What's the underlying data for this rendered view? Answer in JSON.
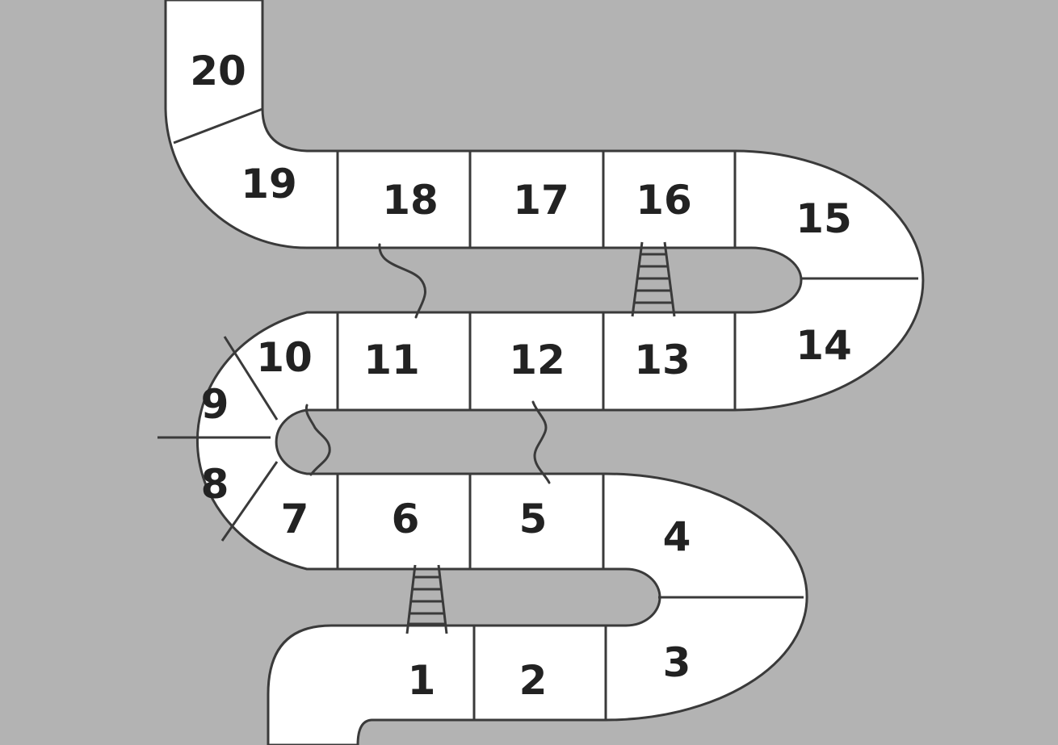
{
  "game": {
    "type": "snakes-and-ladders board",
    "board_color": "#b3b3b3",
    "square_color": "#ffffff",
    "line_color": "#3a3a3a",
    "squares": [
      {
        "n": "1",
        "id": "square-1"
      },
      {
        "n": "2",
        "id": "square-2"
      },
      {
        "n": "3",
        "id": "square-3"
      },
      {
        "n": "4",
        "id": "square-4"
      },
      {
        "n": "5",
        "id": "square-5"
      },
      {
        "n": "6",
        "id": "square-6"
      },
      {
        "n": "7",
        "id": "square-7"
      },
      {
        "n": "8",
        "id": "square-8"
      },
      {
        "n": "9",
        "id": "square-9"
      },
      {
        "n": "10",
        "id": "square-10"
      },
      {
        "n": "11",
        "id": "square-11"
      },
      {
        "n": "12",
        "id": "square-12"
      },
      {
        "n": "13",
        "id": "square-13"
      },
      {
        "n": "14",
        "id": "square-14"
      },
      {
        "n": "15",
        "id": "square-15"
      },
      {
        "n": "16",
        "id": "square-16"
      },
      {
        "n": "17",
        "id": "square-17"
      },
      {
        "n": "18",
        "id": "square-18"
      },
      {
        "n": "19",
        "id": "square-19"
      },
      {
        "n": "20",
        "id": "square-20"
      }
    ],
    "ladders": [
      {
        "from": "1",
        "to": "6"
      },
      {
        "from": "13",
        "to": "16"
      }
    ],
    "snakes": [
      {
        "from": "18",
        "to": "11"
      },
      {
        "from": "12",
        "to": "5"
      },
      {
        "from": "10",
        "to": "7"
      }
    ]
  }
}
